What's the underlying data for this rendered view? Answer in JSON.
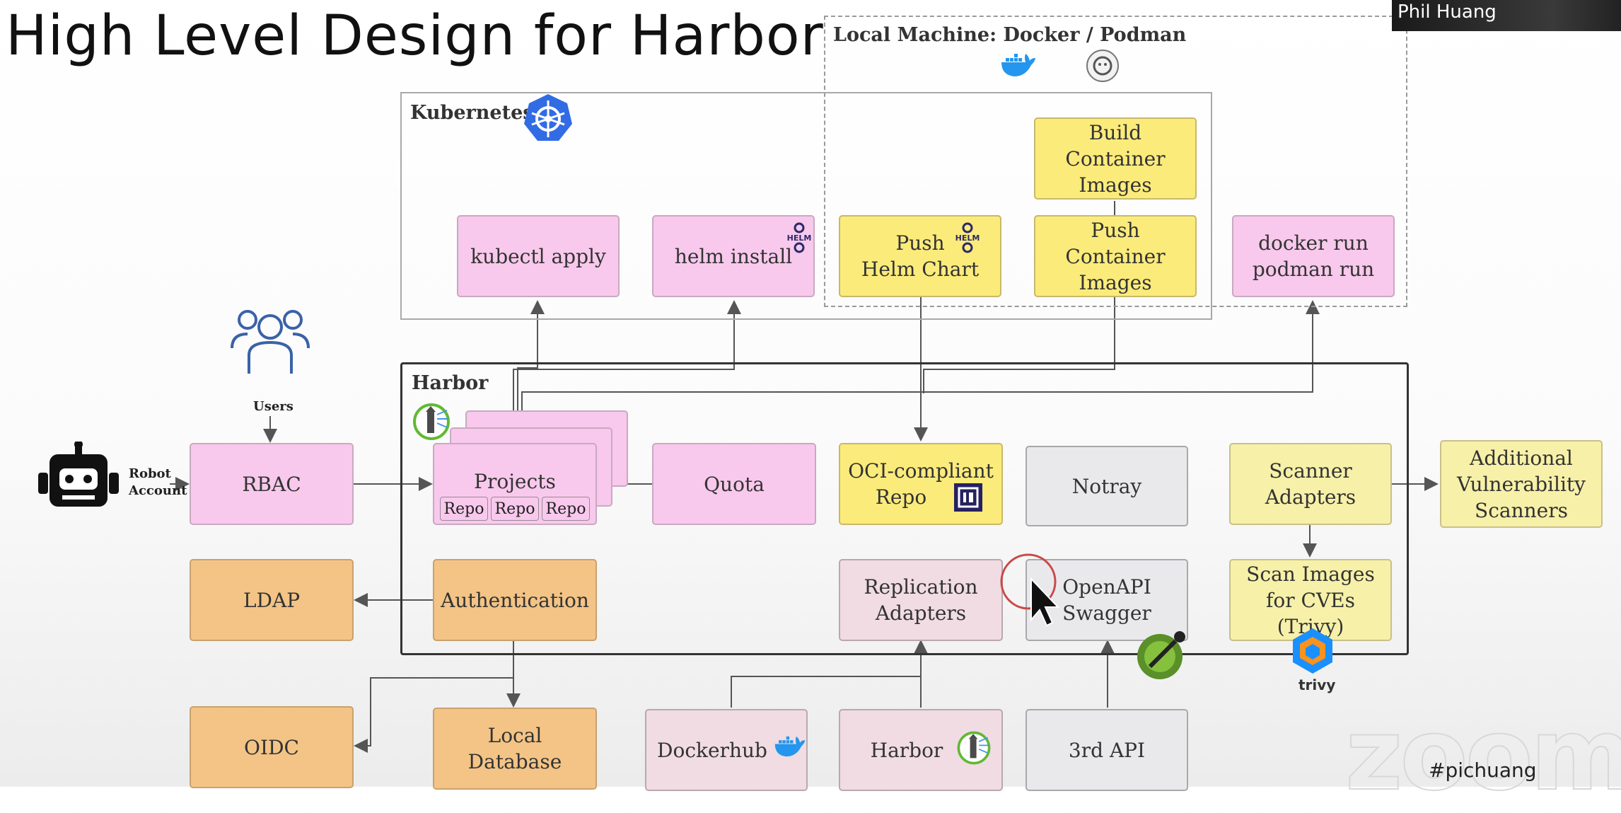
{
  "title": "High Level Design for Harbor",
  "groups": {
    "local_machine": "Local Machine: Docker / Podman",
    "kubernetes": "Kubernetes",
    "harbor": "Harbor"
  },
  "boxes": {
    "build_images": [
      "Build",
      "Container Images"
    ],
    "push_helm": [
      "Push",
      "Helm Chart"
    ],
    "push_images": [
      "Push",
      "Container Images"
    ],
    "kubectl": "kubectl apply",
    "helm_install": "helm install",
    "docker_run": [
      "docker run",
      "podman run"
    ],
    "rbac": "RBAC",
    "projects": "Projects",
    "repos": [
      "Repo",
      "Repo",
      "Repo"
    ],
    "quota": "Quota",
    "oci": [
      "OCI-compliant",
      "Repo"
    ],
    "notray": "Notray",
    "scanner_adapters": [
      "Scanner",
      "Adapters"
    ],
    "additional_scanners": [
      "Additional",
      "Vulnerability",
      "Scanners"
    ],
    "ldap": "LDAP",
    "authentication": "Authentication",
    "replication": [
      "Replication",
      "Adapters"
    ],
    "openapi": [
      "OpenAPI",
      "Swagger"
    ],
    "scan_images": [
      "Scan Images",
      "for CVEs (Trivy)"
    ],
    "oidc": "OIDC",
    "local_db": [
      "Local",
      "Database"
    ],
    "dockerhub": "Dockerhub",
    "harbor_bottom": "Harbor",
    "third_api": "3rd API"
  },
  "labels": {
    "users": "Users",
    "robot": [
      "Robot",
      "Account"
    ],
    "helm_badge": "HELM",
    "trivy": "trivy"
  },
  "video": {
    "speaker": "Phil Huang",
    "hashtag": "#pichuang",
    "watermark": "zoom"
  },
  "colors": {
    "pink": "#f8c9ec",
    "yellow": "#fbeb7b",
    "orange": "#f3c486",
    "gray": "#e9e9ec",
    "kubernetes_blue": "#326ce5",
    "docker_blue": "#2496ed"
  }
}
